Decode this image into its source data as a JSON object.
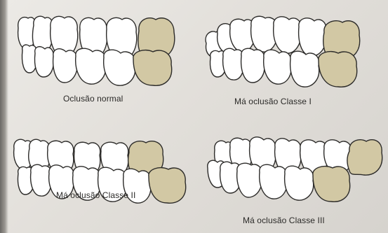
{
  "colors": {
    "highlight_molar": "#d2c8a4",
    "tooth_fill": "#ffffff",
    "outline": "#2c2b29",
    "paper": "#e6e3de"
  },
  "panels": [
    {
      "label": "Oclusão normal"
    },
    {
      "label": "Má oclusão Classe I"
    },
    {
      "label": "Má oclusão Classe II"
    },
    {
      "label": "Má oclusão Classe III"
    }
  ]
}
